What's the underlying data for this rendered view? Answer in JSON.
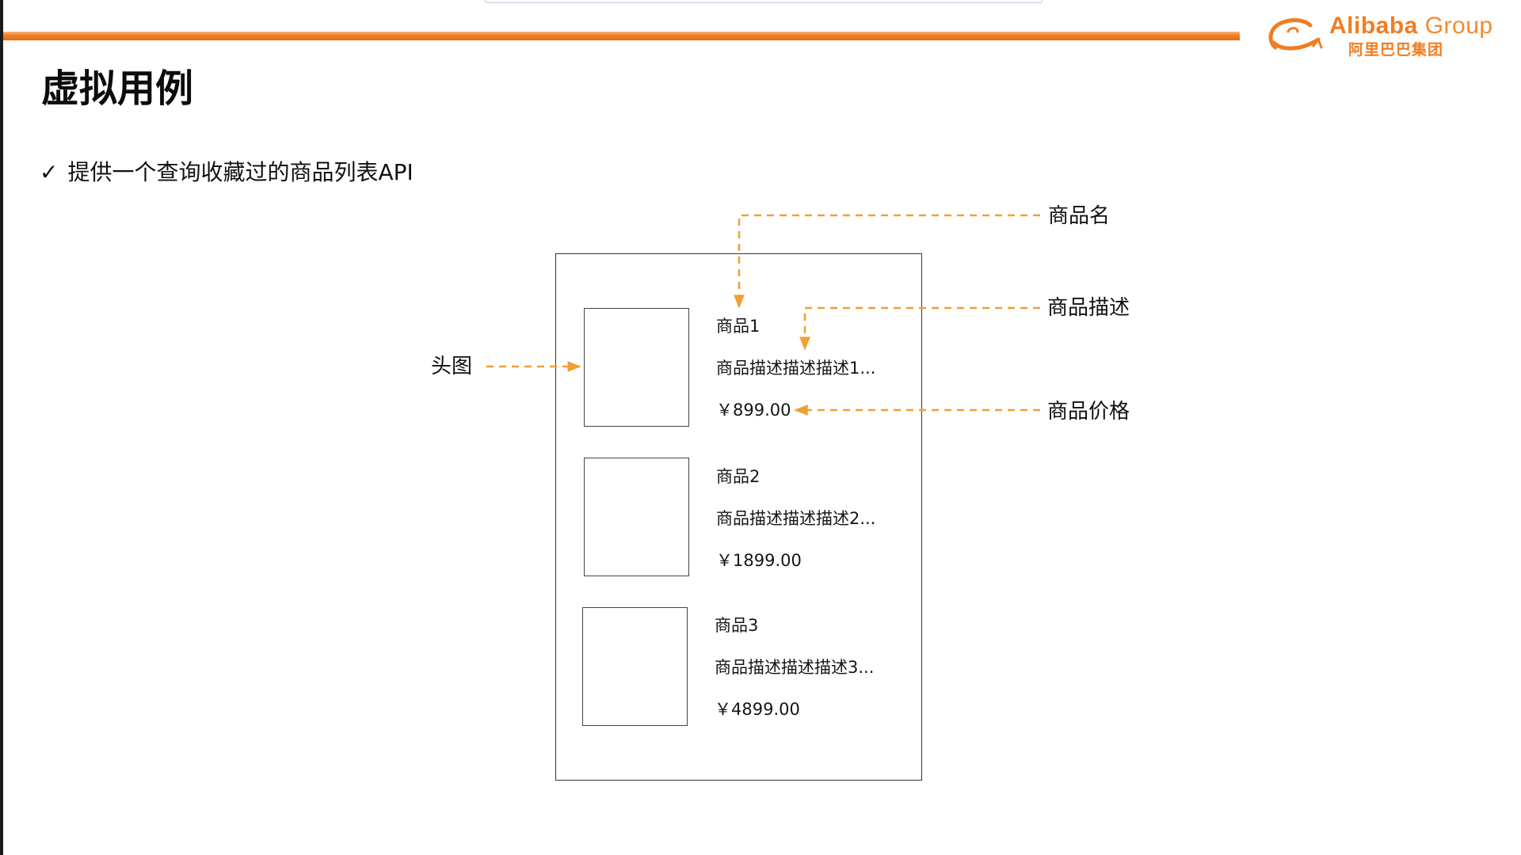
{
  "header": {
    "logo": {
      "brand_bold": "Alibaba",
      "brand_light": "Group",
      "brand_cn": "阿里巴巴集团"
    },
    "accent_color": "#f07d22"
  },
  "slide": {
    "title": "虚拟用例",
    "bullet": {
      "check_icon": "✓",
      "text": "提供一个查询收藏过的商品列表API"
    }
  },
  "product_list": [
    {
      "name": "商品1",
      "description": "商品描述描述描述1...",
      "price": "￥899.00"
    },
    {
      "name": "商品2",
      "description": "商品描述描述描述2...",
      "price": "￥1899.00"
    },
    {
      "name": "商品3",
      "description": "商品描述描述描述3...",
      "price": "￥4899.00"
    }
  ],
  "annotations": {
    "thumbnail": "头图",
    "name": "商品名",
    "description": "商品描述",
    "price": "商品价格"
  },
  "colors": {
    "arrow": "#f0a030",
    "frame": "#333333"
  }
}
